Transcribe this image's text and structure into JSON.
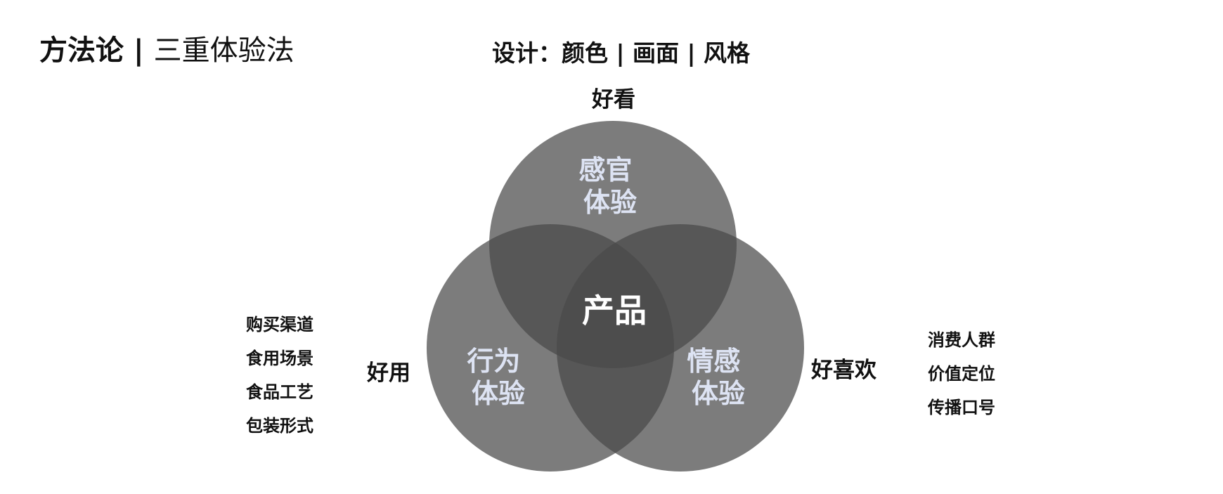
{
  "title": {
    "bold": "方法论",
    "separator": "|",
    "light": "三重体验法"
  },
  "top_caption": "设计：颜色 | 画面 | 风格",
  "labels": {
    "top": "好看",
    "left": "好用",
    "right": "好喜欢"
  },
  "left_list": [
    "购买渠道",
    "食用场景",
    "食品工艺",
    "包装形式"
  ],
  "right_list": [
    "消费人群",
    "价值定位",
    "传播口号"
  ],
  "circles": {
    "top": [
      "感官",
      "体验"
    ],
    "left": [
      "行为",
      "体验"
    ],
    "right": [
      "情感",
      "体验"
    ],
    "center": "产品"
  },
  "colors": {
    "circle_fill": "#4a4a4a",
    "circle_text": "#dde3f3",
    "center_text": "#ffffff",
    "text": "#111111"
  }
}
